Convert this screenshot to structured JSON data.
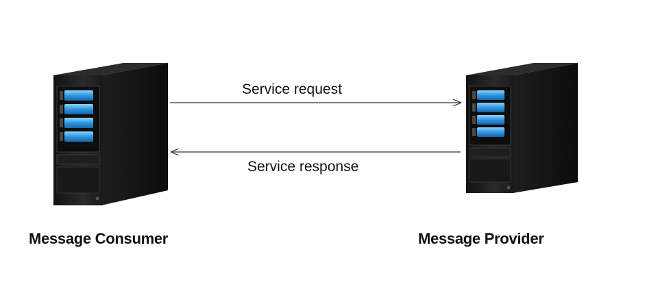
{
  "nodes": {
    "consumer": {
      "label": "Message Consumer",
      "icon": "server-tower-icon"
    },
    "provider": {
      "label": "Message Provider",
      "icon": "server-tower-icon"
    }
  },
  "edges": {
    "request": {
      "label": "Service request",
      "from": "consumer",
      "to": "provider"
    },
    "response": {
      "label": "Service response",
      "from": "provider",
      "to": "consumer"
    }
  },
  "colors": {
    "background": "#ffffff",
    "server_body": "#1b1b1b",
    "drive_light": "#3aa3ea",
    "arrow": "#333333"
  }
}
